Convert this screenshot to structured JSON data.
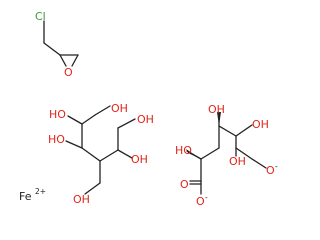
{
  "labels": {
    "cl": "Cl",
    "o": "O",
    "oh": "OH",
    "ho": "HO",
    "o_minus": "O",
    "minus": "-",
    "fe": "Fe",
    "fe_charge": "2+"
  },
  "colors": {
    "chlorine": "#3a9a3a",
    "oxygen": "#e0261b",
    "bond": "#222222",
    "background": "#ffffff"
  }
}
